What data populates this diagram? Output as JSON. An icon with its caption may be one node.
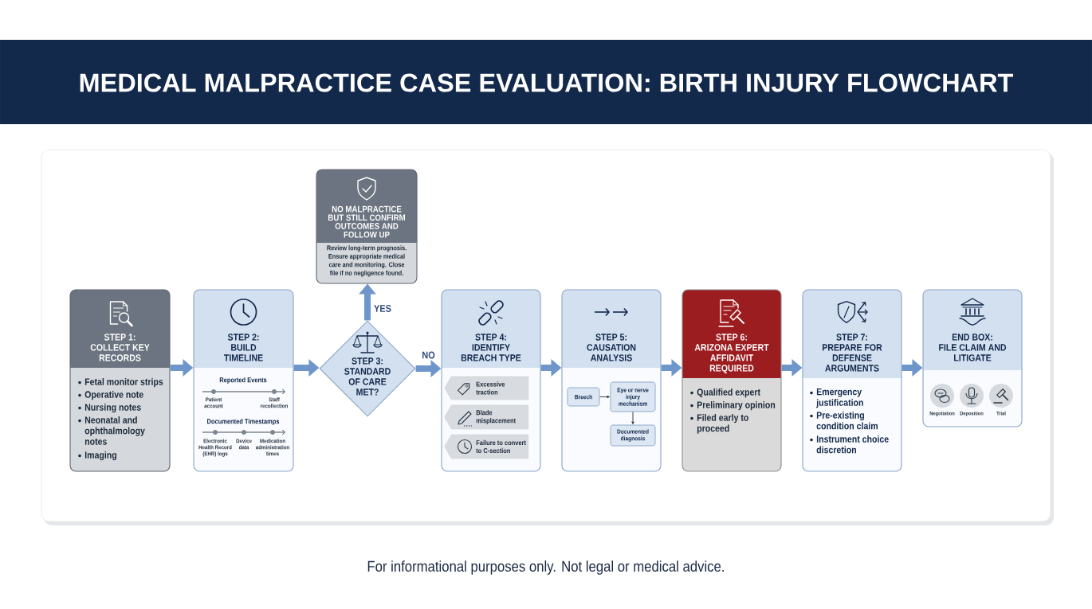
{
  "diagram": {
    "title": "MEDICAL MALPRACTICE CASE EVALUATION: BIRTH INJURY FLOWCHART",
    "nodes": [
      {
        "text": [
          "STEP 1:",
          "COLLECT KEY RECORDS",
          "Fetal monitor strips",
          "Operative note",
          "Nursing notes",
          "Neonatal and ophthalmology notes",
          "Imaging"
        ]
      },
      {
        "text": [
          "STEP 2:",
          "BUILD TIMELINE",
          "Reported Events",
          "Patient account",
          "Staff recollection",
          "Documented Timestamps",
          "Electronic Health Record (EHR) logs",
          "Device data",
          "Medication administration times"
        ]
      },
      {
        "text": [
          "STEP 3:",
          "STANDARD OF CARE MET?"
        ]
      },
      {
        "text": [
          "NO MALPRACTICE BUT STILL CONFIRM OUTCOMES AND FOLLOW UP",
          "Review long-term prognosis. Ensure appropriate medical care and monitoring. Close file if no negligence found."
        ]
      },
      {
        "text": [
          "STEP 4:",
          "IDENTIFY BREACH TYPE"
        ]
      },
      {
        "text": [
          "Excessive traction"
        ],
        "in": 4
      },
      {
        "text": [
          "Blade misplacement"
        ],
        "in": 4
      },
      {
        "text": [
          "Failure to convert to C-section"
        ],
        "in": 4
      },
      {
        "text": [
          "STEP 5:",
          "CAUSATION ANALYSIS"
        ]
      },
      {
        "text": [
          "Breech"
        ],
        "in": 8
      },
      {
        "text": [
          "Eye or nerve injury mechanism"
        ],
        "in": 8
      },
      {
        "text": [
          "Documented diagnosis"
        ],
        "in": 8
      },
      {
        "text": [
          "STEP 6:",
          "ARIZONA EXPERT AFFIDAVIT REQUIRED",
          "Qualified expert",
          "Preliminary opinion",
          "Filed early to proceed"
        ]
      },
      {
        "text": [
          "STEP 7:",
          "PREPARE FOR DEFENSE ARGUMENTS",
          "Emergency justification",
          "Pre-existing condition claim",
          "Instrument choice discretion"
        ]
      },
      {
        "text": [
          "END BOX:",
          "FILE CLAIM AND LITIGATE",
          "Negotiation",
          "Deposition",
          "Trial"
        ]
      }
    ],
    "edges": [
      {
        "from": 0,
        "to": 1,
        "arrow": "to"
      },
      {
        "from": 1,
        "to": 2,
        "arrow": "to"
      },
      {
        "from": 2,
        "to": 3,
        "arrow": "to",
        "label": "YES"
      },
      {
        "from": 2,
        "to": 4,
        "arrow": "to",
        "label": "NO"
      },
      {
        "from": 4,
        "to": 8,
        "arrow": "to"
      },
      {
        "from": 8,
        "to": 12,
        "arrow": "to"
      },
      {
        "from": 12,
        "to": 13,
        "arrow": "to"
      },
      {
        "from": 13,
        "to": 14,
        "arrow": "to"
      },
      {
        "from": 9,
        "to": 10,
        "arrow": "to",
        "color": "#2b2f36"
      },
      {
        "from": 10,
        "to": 11,
        "arrow": "to",
        "color": "#2b2f36"
      }
    ],
    "labels": [
      "For informational purposes only. Not legal or medical advice."
    ]
  }
}
